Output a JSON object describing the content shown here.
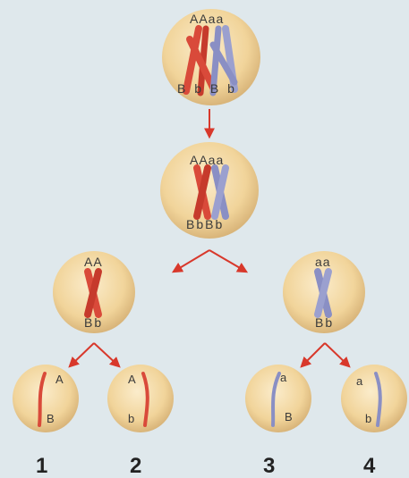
{
  "cells": {
    "parent": {
      "top_label": "AAaa",
      "bottom_label": "B b B b"
    },
    "prophase": {
      "top_label": "AAaa",
      "bottom_label": "BbBb"
    },
    "meiosis1_left": {
      "top_label": "AA",
      "bottom_label": "Bb"
    },
    "meiosis1_right": {
      "top_label": "aa",
      "bottom_label": "Bb"
    },
    "gamete1": {
      "top_label": "A",
      "bottom_label": "B",
      "number": "1"
    },
    "gamete2": {
      "top_label": "A",
      "bottom_label": "b",
      "number": "2"
    },
    "gamete3": {
      "top_label": "a",
      "bottom_label": "B",
      "number": "3"
    },
    "gamete4": {
      "top_label": "a",
      "bottom_label": "b",
      "number": "4"
    }
  },
  "colors": {
    "background": "#dfe8ec",
    "cell_fill": "#f3d9a2",
    "maternal_chromosome": "#d94a3a",
    "paternal_chromosome": "#8a8fc4",
    "arrow": "#d8382b"
  }
}
